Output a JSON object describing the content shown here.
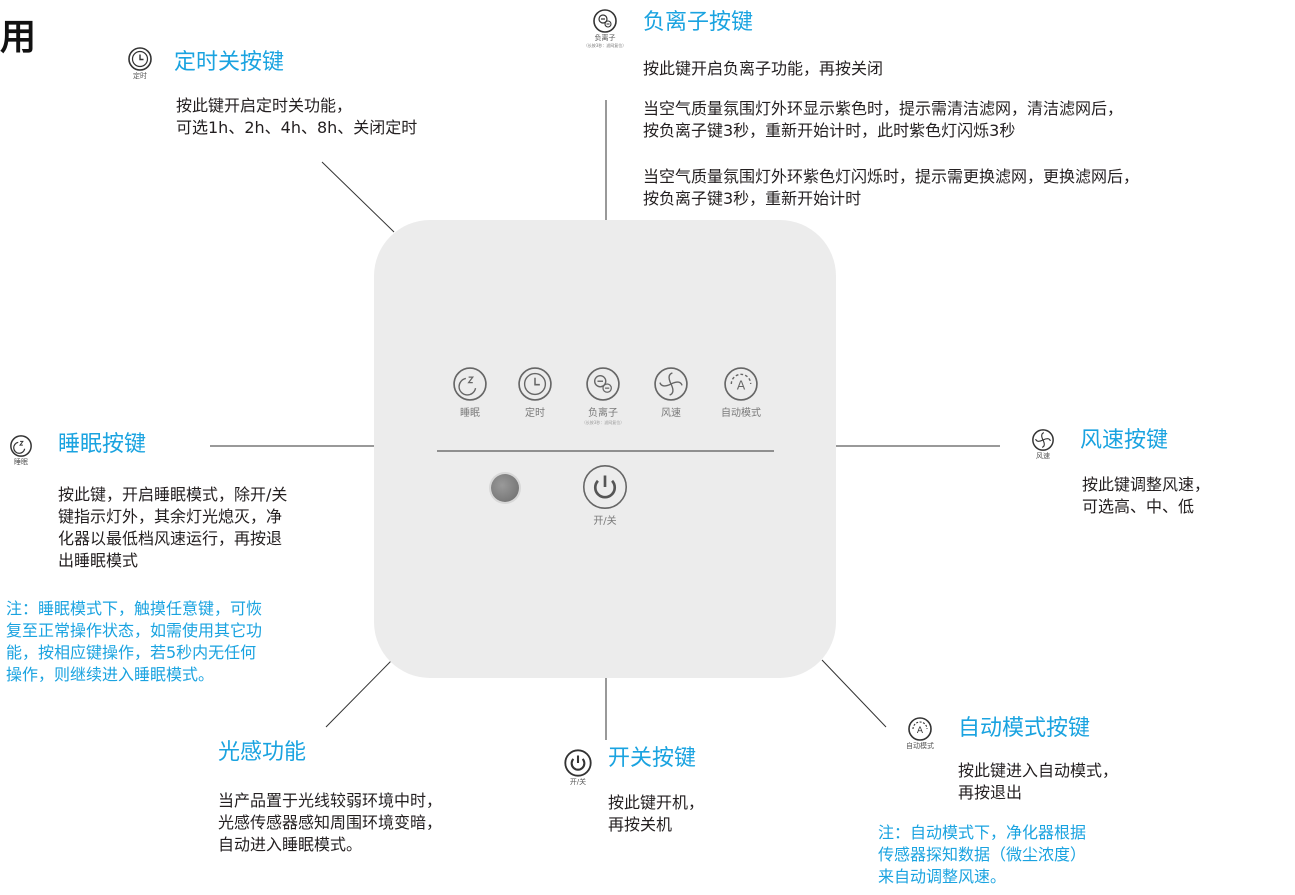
{
  "page_heading": "用",
  "timer": {
    "icon_caption": "定时",
    "title": "定时关按键",
    "desc": "按此键开启定时关功能，\n可选1h、2h、4h、8h、关闭定时"
  },
  "ion": {
    "icon_caption": "负离子",
    "icon_sub": "（长按3秒：滤网复位）",
    "title": "负离子按键",
    "desc1": "按此键开启负离子功能，再按关闭",
    "desc2": "当空气质量氛围灯外环显示紫色时，提示需清洁滤网，清洁滤网后，\n按负离子键3秒，重新开始计时，此时紫色灯闪烁3秒",
    "desc3": "当空气质量氛围灯外环紫色灯闪烁时，提示需更换滤网，更换滤网后，\n按负离子键3秒，重新开始计时"
  },
  "sleep": {
    "icon_caption": "睡眠",
    "title": "睡眠按键",
    "desc": "按此键，开启睡眠模式，除开/关\n键指示灯外，其余灯光熄灭，净\n化器以最低档风速运行，再按退\n出睡眠模式",
    "note": "注：睡眠模式下，触摸任意键，可恢\n复至正常操作状态，如需使用其它功\n能，按相应键操作，若5秒内无任何\n操作，则继续进入睡眠模式。"
  },
  "fan": {
    "icon_caption": "风速",
    "title": "风速按键",
    "desc": "按此键调整风速，\n可选高、中、低"
  },
  "light": {
    "title": "光感功能",
    "desc": "当产品置于光线较弱环境中时，\n光感传感器感知周围环境变暗，\n自动进入睡眠模式。"
  },
  "power": {
    "icon_caption": "开/关",
    "title": "开关按键",
    "desc": "按此键开机，\n再按关机"
  },
  "auto": {
    "icon_caption": "自动模式",
    "title": "自动模式按键",
    "desc": "按此键进入自动模式，\n再按退出",
    "note": "注：自动模式下，净化器根据\n传感器探知数据（微尘浓度）\n来自动调整风速。"
  },
  "panel": {
    "buttons": [
      {
        "label": "睡眠",
        "icon": "sleep-icon"
      },
      {
        "label": "定时",
        "icon": "clock-icon"
      },
      {
        "label": "负离子",
        "icon": "ion-icon",
        "sub": "（长按3秒：滤网复位）"
      },
      {
        "label": "风速",
        "icon": "fan-icon"
      },
      {
        "label": "自动模式",
        "icon": "auto-icon"
      }
    ],
    "power_label": "开/关"
  },
  "colors": {
    "accent": "#1aa3e0",
    "panel": "#ececec",
    "text": "#231f20"
  }
}
